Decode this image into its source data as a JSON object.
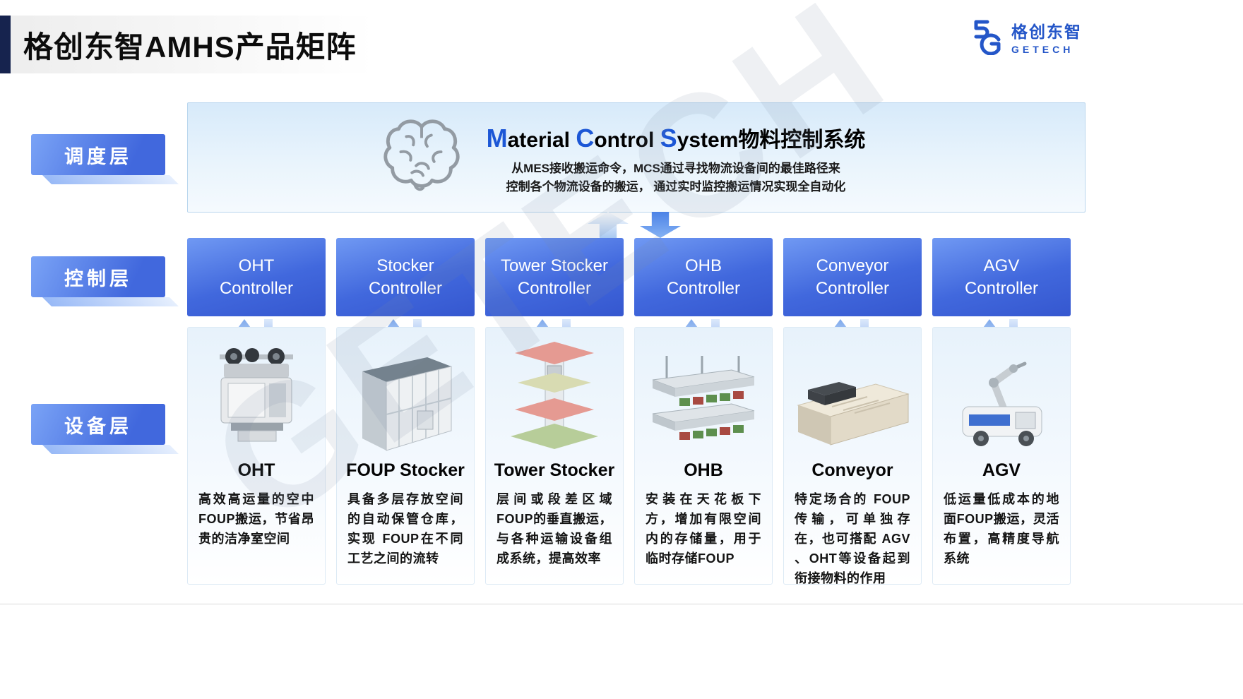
{
  "watermark": "GETECH",
  "header": {
    "title": "格创东智AMHS产品矩阵",
    "logo_cn": "格创东智",
    "logo_en": "GETECH"
  },
  "layers": [
    {
      "label": "调度层"
    },
    {
      "label": "控制层"
    },
    {
      "label": "设备层"
    }
  ],
  "mcs": {
    "title_m": "M",
    "title_rest1": "aterial ",
    "title_c": "C",
    "title_rest2": "ontrol ",
    "title_s": "S",
    "title_rest3": "ystem物料控制系统",
    "desc1": "从MES接收搬运命令，MCS通过寻找物流设备间的最佳路径来",
    "desc2": "控制各个物流设备的搬运， 通过实时监控搬运情况实现全自动化"
  },
  "controllers": [
    {
      "line1": "OHT",
      "line2": "Controller"
    },
    {
      "line1": "Stocker",
      "line2": "Controller"
    },
    {
      "line1": "Tower Stocker",
      "line2": "Controller"
    },
    {
      "line1": "OHB",
      "line2": "Controller"
    },
    {
      "line1": "Conveyor",
      "line2": "Controller"
    },
    {
      "line1": "AGV",
      "line2": "Controller"
    }
  ],
  "devices": [
    {
      "name": "OHT",
      "desc": "高效高运量的空中FOUP搬运，节省昂贵的洁净室空间"
    },
    {
      "name": "FOUP Stocker",
      "desc": "具备多层存放空间的自动保管仓库，实现 FOUP在不同工艺之间的流转"
    },
    {
      "name": "Tower Stocker",
      "desc": "层间或段差区域FOUP的垂直搬运，与各种运输设备组成系统，提高效率"
    },
    {
      "name": "OHB",
      "desc": "安装在天花板下方，增加有限空间内的存储量，用于临时存储FOUP"
    },
    {
      "name": "Conveyor",
      "desc": "特定场合的 FOUP传输，可单独存在，也可搭配 AGV 、OHT等设备起到衔接物料的作用"
    },
    {
      "name": "AGV",
      "desc": "低运量低成本的地面FOUP搬运，灵活布置，高精度导航系统"
    }
  ],
  "icons": {
    "mcs_icon": "brain-icon",
    "logo_icon": "getech-logo-icon",
    "device_images": [
      "oht-image",
      "foup-stocker-image",
      "tower-stocker-image",
      "ohb-image",
      "conveyor-image",
      "agv-image"
    ]
  },
  "colors": {
    "title_bar": "#16234e",
    "brand_blue": "#2456c8",
    "badge_gradient_start": "#7aa3f6",
    "badge_gradient_end": "#4168dd",
    "controller_gradient_start": "#7099f3",
    "controller_gradient_end": "#3557cf",
    "mcs_bg": "#d7eafa",
    "device_card_bg": "#e7f2fb"
  }
}
